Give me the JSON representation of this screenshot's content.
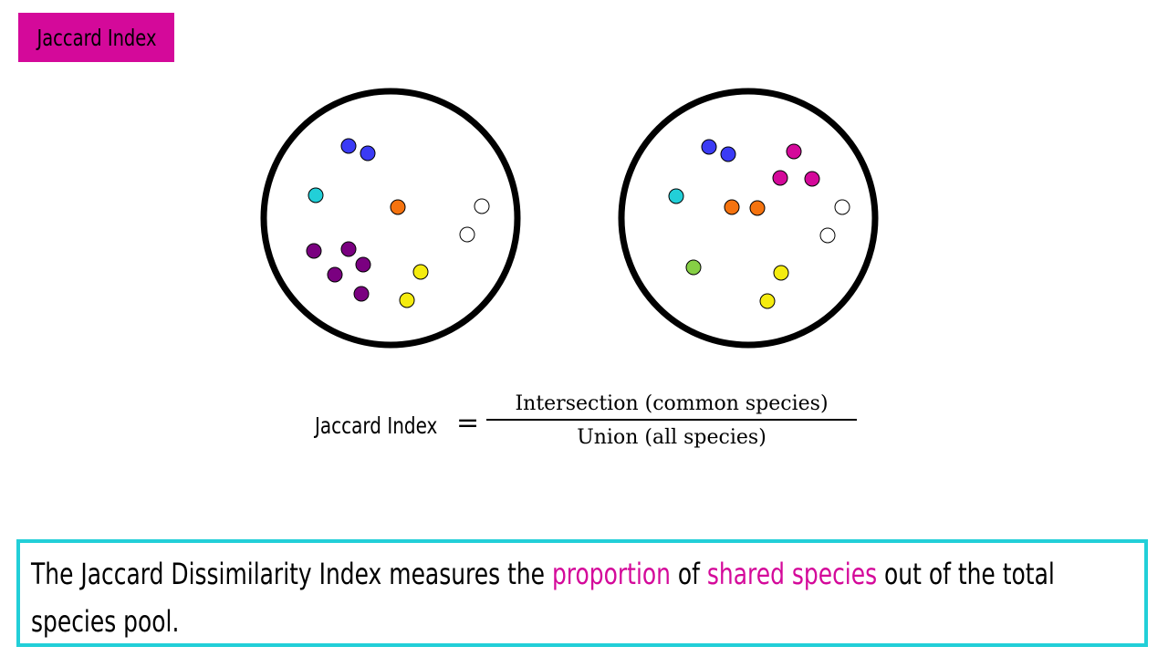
{
  "title": "Jaccard Index",
  "colors": {
    "title_bg": "#d4099a",
    "highlight": "#d4099a",
    "definition_border": "#22cfd8",
    "circle_stroke": "#000000",
    "dot_stroke": "#000000"
  },
  "communities": [
    {
      "name": "community-a",
      "species": [
        {
          "color": "#3b3bf5",
          "count": 2
        },
        {
          "color": "#22cfd8",
          "count": 1
        },
        {
          "color": "#f5730f",
          "count": 1
        },
        {
          "color": "#ffffff",
          "count": 2
        },
        {
          "color": "#7a0080",
          "count": 5
        },
        {
          "color": "#f5ec0f",
          "count": 2
        }
      ]
    },
    {
      "name": "community-b",
      "species": [
        {
          "color": "#3b3bf5",
          "count": 2
        },
        {
          "color": "#d4099a",
          "count": 3
        },
        {
          "color": "#22cfd8",
          "count": 1
        },
        {
          "color": "#f5730f",
          "count": 2
        },
        {
          "color": "#ffffff",
          "count": 2
        },
        {
          "color": "#86cf45",
          "count": 1
        },
        {
          "color": "#f5ec0f",
          "count": 2
        }
      ]
    }
  ],
  "formula": {
    "lhs": "Jaccard Index",
    "equals": "=",
    "numerator": "Intersection (common species)",
    "denominator": "Union (all species)"
  },
  "definition": {
    "part1": "The Jaccard Dissimilarity Index measures the ",
    "highlight1": "proportion",
    "part2": " of ",
    "highlight2": "shared species",
    "part3": " out of the total species pool."
  }
}
